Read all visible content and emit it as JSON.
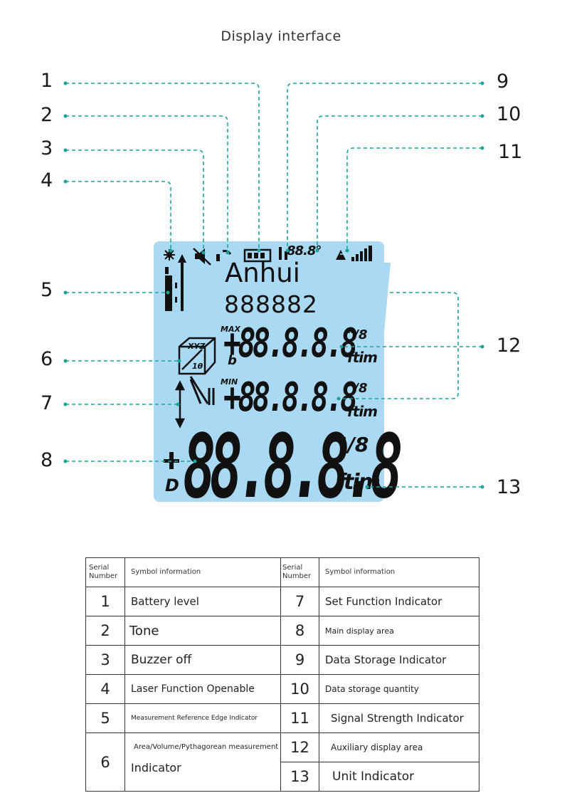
{
  "title": "Display interface",
  "callouts": [
    "1",
    "2",
    "3",
    "4",
    "5",
    "6",
    "7",
    "8",
    "9",
    "10",
    "11",
    "12",
    "13"
  ],
  "display": {
    "brand": "Anhui",
    "model": "888882",
    "aux_line1": "+88.8.8.8",
    "aux_line2": "+88.8.8.8",
    "main_line": "88.8.8.8",
    "max_label": "MAX",
    "min_label": "MIN",
    "unit_frac": "\"/8",
    "unit_text": "ftim",
    "d_label": "D",
    "b_label": "b",
    "xyz_label": "XYZ",
    "theta_label": "1θ",
    "top_digits": "88.8°",
    "colors": {
      "lcd_background": "#a9d9f3",
      "leader_line": "#1aa39a"
    }
  },
  "table": {
    "header": {
      "col1": "Serial Number",
      "col2": "Symbol information"
    },
    "rows": [
      {
        "left_sn": "1",
        "left_info": "Battery level",
        "right_sn": "7",
        "right_info": "Set Function Indicator"
      },
      {
        "left_sn": "2",
        "left_info": "Tone",
        "right_sn": "8",
        "right_info": "Main display area"
      },
      {
        "left_sn": "3",
        "left_info": "Buzzer off",
        "right_sn": "9",
        "right_info": "Data Storage Indicator"
      },
      {
        "left_sn": "4",
        "left_info": "Laser Function Openable",
        "right_sn": "10",
        "right_info": "Data storage quantity"
      },
      {
        "left_sn": "5",
        "left_info": "Measurement Reference Edge Indicator",
        "right_sn": "11",
        "right_info": "Signal Strength Indicator"
      },
      {
        "left_sn": "6",
        "left_info_line1": "Area/Volume/Pythagorean measurement",
        "left_info_line2": "Indicator",
        "right_sn": "12",
        "right_info": "Auxiliary display area"
      },
      {
        "right_sn": "13",
        "right_info": "Unit Indicator"
      }
    ]
  }
}
